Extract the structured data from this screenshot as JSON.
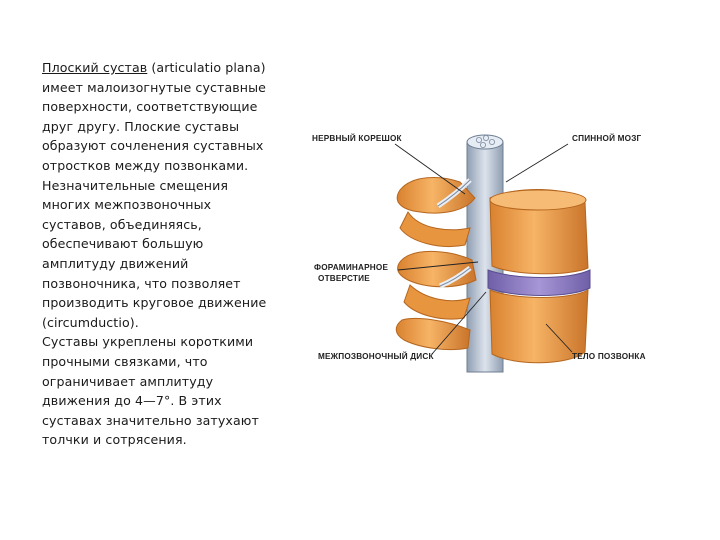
{
  "text": {
    "term": "Плоский сустав",
    "intro_rest": " (articulatio plana) имеет малоизогнутые суставные поверхности, соответствующие друг другу. Плоские суставы образуют сочленения суставных отростков между позвонками. Незначительные смещения многих межпозвоночных суставов, объединяясь, обеспечивают большую амплитуду движений позвоночника, что позволяет производить круговое движение (circumductio).",
    "para2": "Суставы укреплены короткими прочными связками, что ограничивает амплитуду движения до 4—7°. В этих суставах значительно затухают толчки и сотрясения."
  },
  "figure": {
    "labels": {
      "nerve_root": "НЕРВНЫЙ КОРЕШОК",
      "spinal_cord": "СПИННОЙ МОЗГ",
      "foramen_line1": "ФОРАМИНАРНОЕ",
      "foramen_line2": "ОТВЕРСТИЕ",
      "disc": "МЕЖПОЗВОНОЧНЫЙ ДИСК",
      "body": "ТЕЛО ПОЗВОНКА"
    },
    "colors": {
      "bone": "#F0A352",
      "bone_dark": "#C9742A",
      "disc": "#8D7BC2",
      "cord": "#B7C3D2"
    }
  }
}
